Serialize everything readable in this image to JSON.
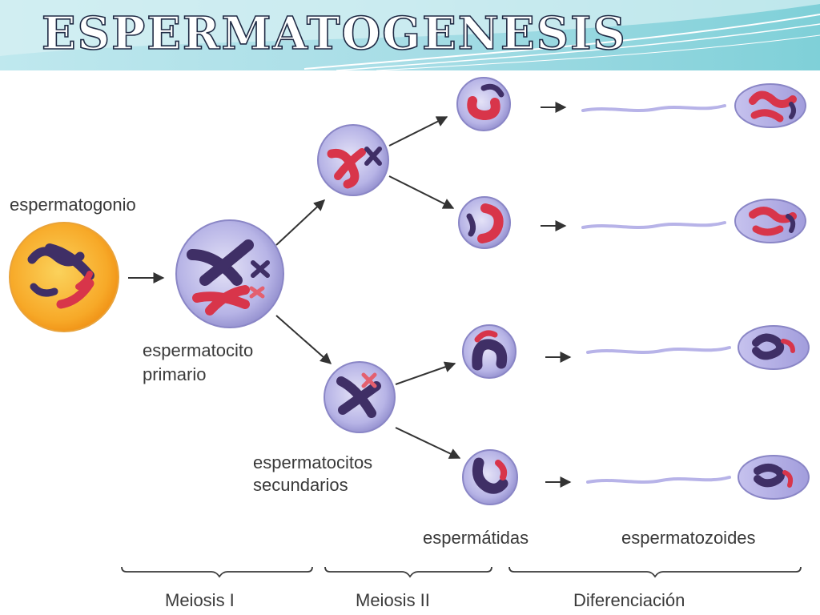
{
  "slide": {
    "title": "ESPERMATOGENESIS"
  },
  "diagram": {
    "labels": {
      "spermatogonium": "espermatogonio",
      "primary_spermatocyte_line1": "espermatocito",
      "primary_spermatocyte_line2": "primario",
      "secondary_spermatocytes_line1": "espermatocitos",
      "secondary_spermatocytes_line2": "secundarios",
      "spermatids": "espermátidas",
      "spermatozoa": "espermatozoides"
    },
    "stages": {
      "meiosis_1": "Meiosis I",
      "meiosis_2": "Meiosis II",
      "differentiation": "Diferenciación"
    }
  },
  "colors": {
    "accent_teal": "#7fd0d8",
    "cell_membrane": "#b9b7e6",
    "spermatogonium_fill": "#f7a928",
    "chromosome_dark": "#3f2f66",
    "chromosome_red": "#d8354a",
    "arrow": "#333333"
  }
}
